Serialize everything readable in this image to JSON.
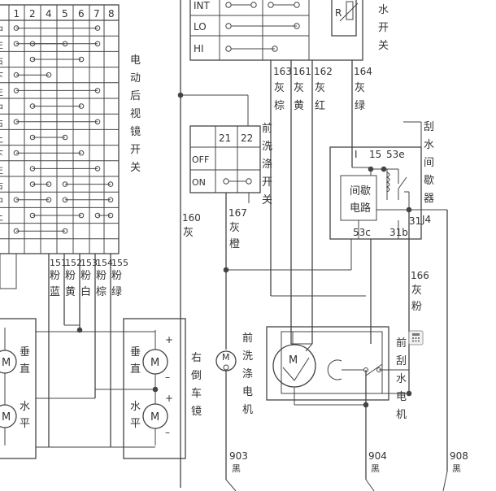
{
  "mirror_switch": {
    "columns": [
      "1",
      "2",
      "4",
      "5",
      "6",
      "7",
      "8"
    ],
    "row_marks": [
      "中",
      "左",
      "右",
      "下",
      "左",
      "中",
      "右",
      "上",
      "下",
      "左",
      "右",
      "中",
      "上"
    ],
    "label": "电动后视镜开关"
  },
  "wiper_switch": {
    "rows": [
      "INT",
      "LO",
      "HI"
    ],
    "resistor": "R",
    "label_tail": "水开关"
  },
  "washer_switch": {
    "columns": [
      "21",
      "22"
    ],
    "rows": [
      "OFF",
      "ON"
    ],
    "label": "前洗涤开关"
  },
  "wires_top": [
    {
      "num": "163",
      "color": "灰棕"
    },
    {
      "num": "161",
      "color": "灰黄"
    },
    {
      "num": "162",
      "color": "灰红"
    },
    {
      "num": "164",
      "color": "灰绿"
    }
  ],
  "wires_mirror": [
    {
      "num": "151",
      "color": "粉蓝"
    },
    {
      "num": "152",
      "color": "粉黄"
    },
    {
      "num": "153",
      "color": "粉白"
    },
    {
      "num": "154",
      "color": "粉棕"
    },
    {
      "num": "155",
      "color": "粉绿"
    }
  ],
  "wire_160": {
    "num": "160",
    "color": "灰"
  },
  "wire_167": {
    "num": "167",
    "color": "灰橙"
  },
  "wire_166": {
    "num": "166",
    "color": "灰粉"
  },
  "relay": {
    "label": "刮水间歇器J4",
    "box": "间歇电路",
    "pins": [
      "I",
      "15",
      "53e",
      "31",
      "53c",
      "31b"
    ]
  },
  "mirrors": {
    "left": {
      "vertical": "垂直",
      "horizontal": "水平"
    },
    "right": {
      "vertical": "垂直",
      "horizontal": "水平",
      "label": "右倒车镜"
    }
  },
  "washer_motor": {
    "label": "前洗涤电机",
    "symbol": "M"
  },
  "wiper_motor": {
    "label": "前刮水电机",
    "symbol": "M"
  },
  "motor_symbol": "M",
  "grounds": [
    {
      "num": "903",
      "color": "黑"
    },
    {
      "num": "904",
      "color": "黑"
    },
    {
      "num": "908",
      "color": "黑"
    }
  ],
  "signs": {
    "plus": "+",
    "minus": "–"
  }
}
